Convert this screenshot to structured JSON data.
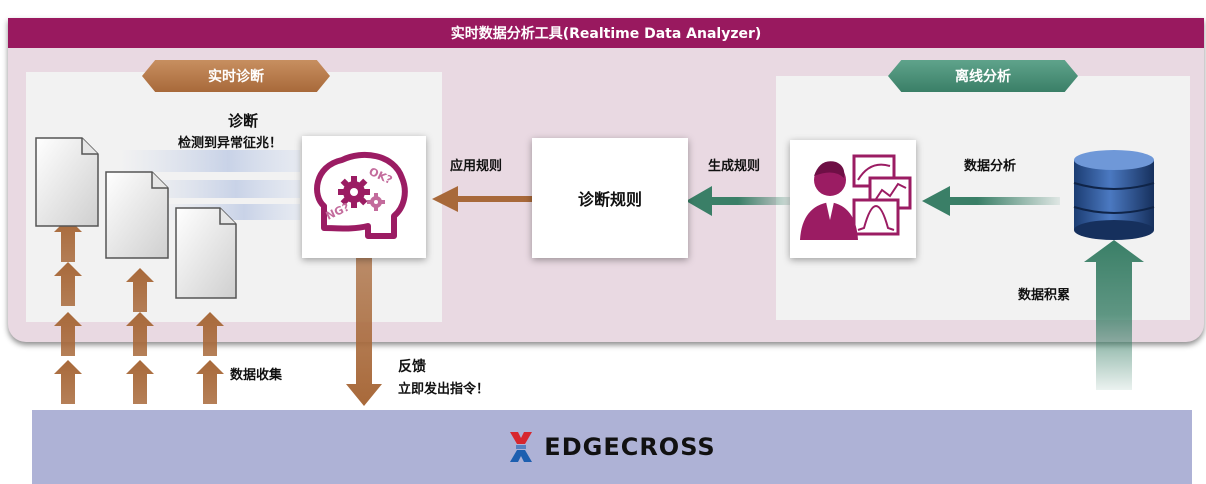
{
  "header": {
    "title": "实时数据分析工具(Realtime Data Analyzer)"
  },
  "realtime_section": {
    "badge": "实时诊断",
    "diagnosis_title": "诊断",
    "diagnosis_subtitle": "检测到异常征兆！",
    "brain_labels": {
      "ok": "OK?",
      "ng": "NG?"
    }
  },
  "offline_section": {
    "badge": "离线分析"
  },
  "rule_card": {
    "label": "诊断规则"
  },
  "labels": {
    "apply_rule": "应用规则",
    "generate_rule": "生成规则",
    "data_analysis": "数据分析",
    "data_accumulation": "数据积累",
    "data_collection": "数据收集",
    "feedback_title": "反馈",
    "feedback_subtitle": "立即发出指令！"
  },
  "footer": {
    "brand": "EDGECROSS"
  },
  "colors": {
    "header": "#99195f",
    "panel_bg": "#e9d9e2",
    "brown_arrow": "#a8693a",
    "green_arrow": "#3a7f67",
    "icon_magenta": "#9b1c63",
    "bottom_band": "#aeb2d6",
    "logo_red": "#d7262e",
    "logo_blue": "#1d5fb0"
  },
  "icons": {
    "brain": "brain-gear-icon",
    "analyst": "analyst-screens-icon",
    "database": "database-icon",
    "document": "document-icon",
    "logo": "edgecross-logo-icon"
  }
}
